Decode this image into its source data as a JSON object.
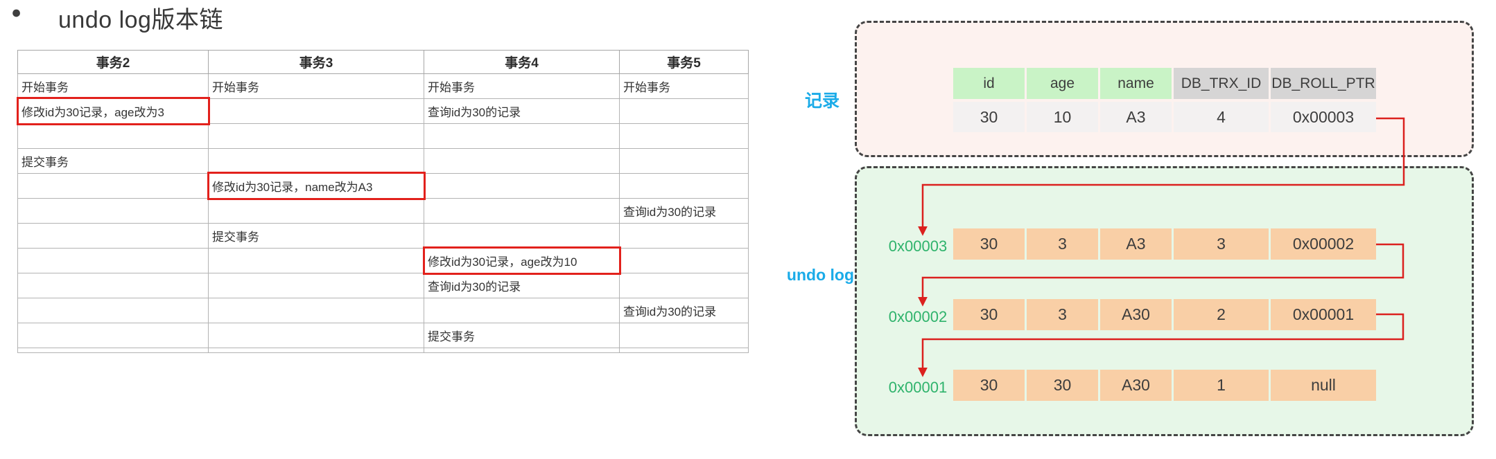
{
  "title": {
    "bullet": "●",
    "text": "undo log版本链"
  },
  "transactions_table": {
    "headers": [
      "事务2",
      "事务3",
      "事务4",
      "事务5"
    ],
    "rows": [
      [
        "开始事务",
        "开始事务",
        "开始事务",
        "开始事务"
      ],
      [
        {
          "t": "修改id为30记录，age改为3",
          "hl": true
        },
        "",
        "查询id为30的记录",
        ""
      ],
      [
        "",
        "",
        "",
        ""
      ],
      [
        "提交事务",
        "",
        "",
        ""
      ],
      [
        "",
        {
          "t": "修改id为30记录，name改为A3",
          "hl": true
        },
        "",
        ""
      ],
      [
        "",
        "",
        "",
        "查询id为30的记录"
      ],
      [
        "",
        "提交事务",
        "",
        ""
      ],
      [
        "",
        "",
        {
          "t": "修改id为30记录，age改为10",
          "hl": true
        },
        ""
      ],
      [
        "",
        "",
        "查询id为30的记录",
        ""
      ],
      [
        "",
        "",
        "",
        "查询id为30的记录"
      ],
      [
        "",
        "",
        "提交事务",
        ""
      ],
      [
        "",
        "",
        "",
        ""
      ]
    ]
  },
  "record_section": {
    "label": "记录",
    "table": {
      "headers": [
        {
          "t": "id",
          "style": "green"
        },
        {
          "t": "age",
          "style": "green"
        },
        {
          "t": "name",
          "style": "green"
        },
        {
          "t": "DB_TRX_ID",
          "style": "gray"
        },
        {
          "t": "DB_ROLL_PTR",
          "style": "gray"
        }
      ],
      "row": [
        "30",
        "10",
        "A3",
        "4",
        "0x00003"
      ]
    }
  },
  "undo_section": {
    "label": "undo log",
    "rows": [
      {
        "pointer": "0x00003",
        "cells": [
          "30",
          "3",
          "A3",
          "3",
          "0x00002"
        ]
      },
      {
        "pointer": "0x00002",
        "cells": [
          "30",
          "3",
          "A30",
          "2",
          "0x00001"
        ]
      },
      {
        "pointer": "0x00001",
        "cells": [
          "30",
          "30",
          "A30",
          "1",
          "null"
        ]
      }
    ]
  },
  "colors": {
    "highlight_red": "#e2211c",
    "arrow_red": "#db211e",
    "label_blue": "#1aabe8",
    "pointer_green": "#2fb36c",
    "record_box_bg": "#fdf2ef",
    "undo_box_bg": "#e7f7e8",
    "header_green": "#c9f3c6",
    "header_gray": "#d6d5d5",
    "record_row_bg": "#f3f1f1",
    "undo_cell_bg": "#f9cfa6"
  }
}
